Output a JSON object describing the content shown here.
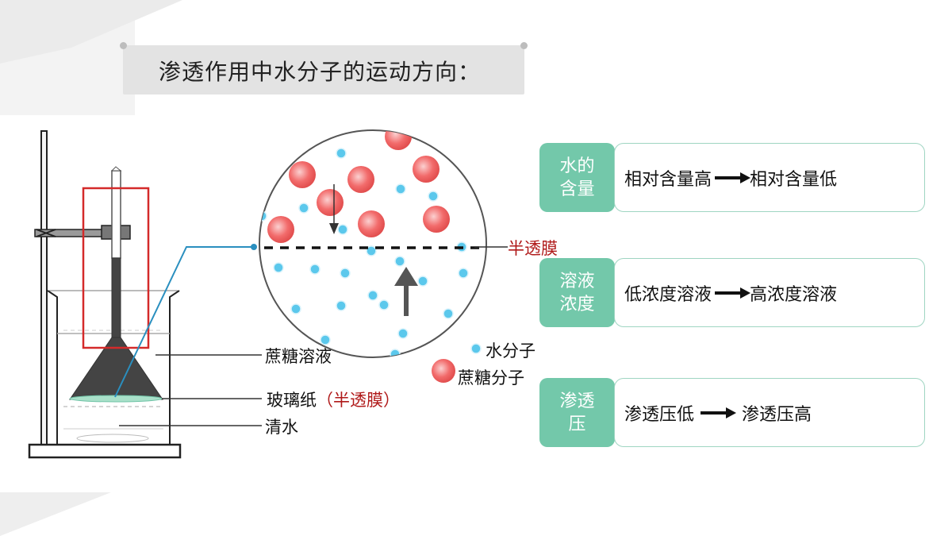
{
  "title": "渗透作用中水分子的运动方向：",
  "labels": {
    "sucrose_solution": "蔗糖溶液",
    "cellophane": "玻璃纸",
    "cellophane_note": "（半透膜）",
    "clear_water": "清水",
    "semipermeable_membrane": "半透膜",
    "water_molecule": "水分子",
    "sucrose_molecule": "蔗糖分子"
  },
  "cards": [
    {
      "tag": "水的含量",
      "from": "相对含量高",
      "to": "相对含量低"
    },
    {
      "tag": "溶液浓度",
      "from": "低浓度溶液",
      "to": "高浓度溶液"
    },
    {
      "tag": "渗透压",
      "from": "渗透压低",
      "to": "渗透压高"
    }
  ],
  "colors": {
    "accent": "#73c8aa",
    "card_border": "#9fd5c2",
    "highlight_box": "#d42a2a",
    "connector": "#2a8fbf",
    "sucrose": "#f26b6b",
    "water": "#5bc8ec",
    "label_red": "#b01a1a"
  }
}
